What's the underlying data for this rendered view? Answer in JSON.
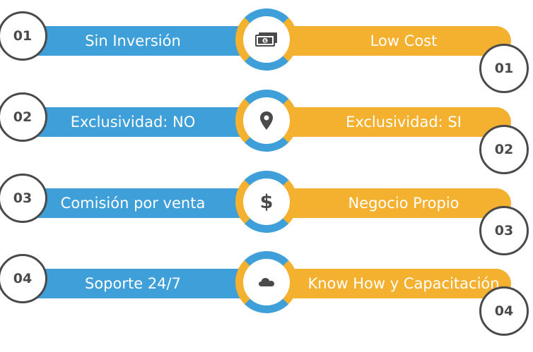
{
  "colors": {
    "blue": "#3f9fd8",
    "orange": "#f4b02f",
    "dark": "#4a4a4a"
  },
  "rows": [
    {
      "left_number": "01",
      "left_label": "Sin Inversión",
      "icon": "banknote-icon",
      "right_label": "Low Cost",
      "right_number": "01"
    },
    {
      "left_number": "02",
      "left_label": "Exclusividad: NO",
      "icon": "map-pin-icon",
      "right_label": "Exclusividad: SI",
      "right_number": "02"
    },
    {
      "left_number": "03",
      "left_label": "Comisión por venta",
      "icon": "dollar-icon",
      "icon_text": "$",
      "right_label": "Negocio Propio",
      "right_number": "03"
    },
    {
      "left_number": "04",
      "left_label": "Soporte 24/7",
      "icon": "cloud-icon",
      "right_label": "Know How y Capacitación",
      "right_number": "04"
    }
  ]
}
